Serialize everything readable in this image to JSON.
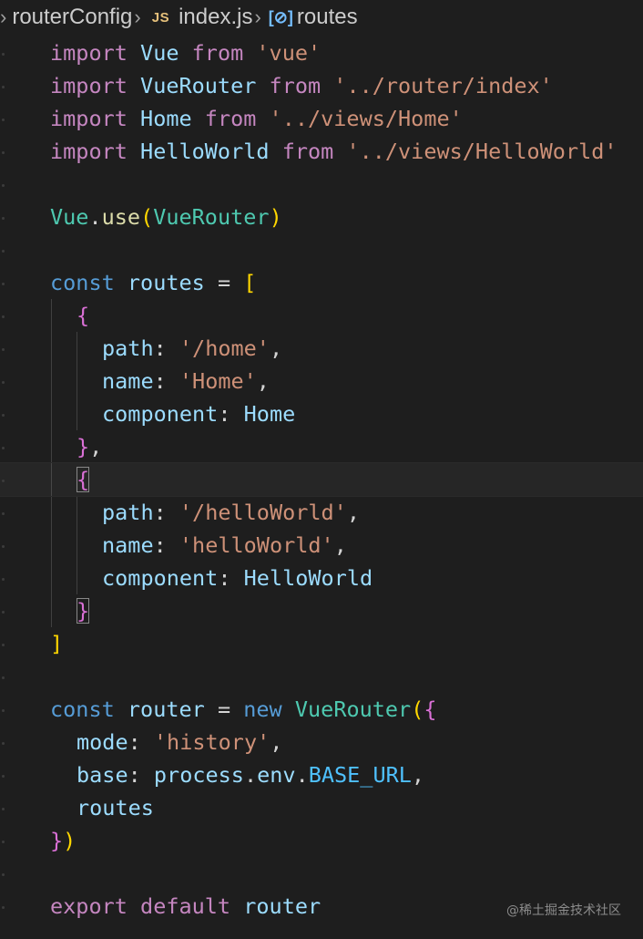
{
  "breadcrumb": {
    "folder": "routerConfig",
    "file_icon": "JS",
    "file": "index.js",
    "symbol_icon": "[⊘]",
    "symbol": "routes"
  },
  "code": {
    "imp": "import",
    "from": "from",
    "vue_name": "Vue",
    "vue_path": "'vue'",
    "vuerouter_name": "VueRouter",
    "vuerouter_path": "'../router/index'",
    "home_name": "Home",
    "home_path": "'../views/Home'",
    "hello_name": "HelloWorld",
    "hello_path": "'../views/HelloWorld'",
    "use_obj": "Vue",
    "dot": ".",
    "use_fn": "use",
    "lparen": "(",
    "rparen": ")",
    "const_kw": "const",
    "routes_var": "routes",
    "eq": "=",
    "lbracket": "[",
    "rbracket": "]",
    "lbrace": "{",
    "rbrace": "}",
    "rbrace_comma": ",",
    "path_key": "path",
    "name_key": "name",
    "component_key": "component",
    "colon": ":",
    "comma": ",",
    "home_route_path": "'/home'",
    "home_route_name": "'Home'",
    "home_component": "Home",
    "hello_route_path": "'/helloWorld'",
    "hello_route_name": "'helloWorld'",
    "hello_component": "HelloWorld",
    "router_var": "router",
    "new_kw": "new",
    "router_class": "VueRouter",
    "mode_key": "mode",
    "mode_val": "'history'",
    "base_key": "base",
    "process": "process",
    "env": "env",
    "base_url": "BASE_URL",
    "routes_short": "routes",
    "export_kw": "export",
    "default_kw": "default",
    "export_router": "router"
  },
  "watermark": "@稀土掘金技术社区",
  "colors": {
    "background": "#1e1e1e",
    "keyword": "#c586c0",
    "storage": "#569cd6",
    "variable": "#9cdcfe",
    "class": "#4ec9b0",
    "function": "#dcdcaa",
    "string": "#ce9178",
    "constant": "#4fc1ff",
    "bracket_gold": "#ffd700",
    "bracket_orchid": "#da70d6",
    "bracket_blue": "#179fff"
  }
}
